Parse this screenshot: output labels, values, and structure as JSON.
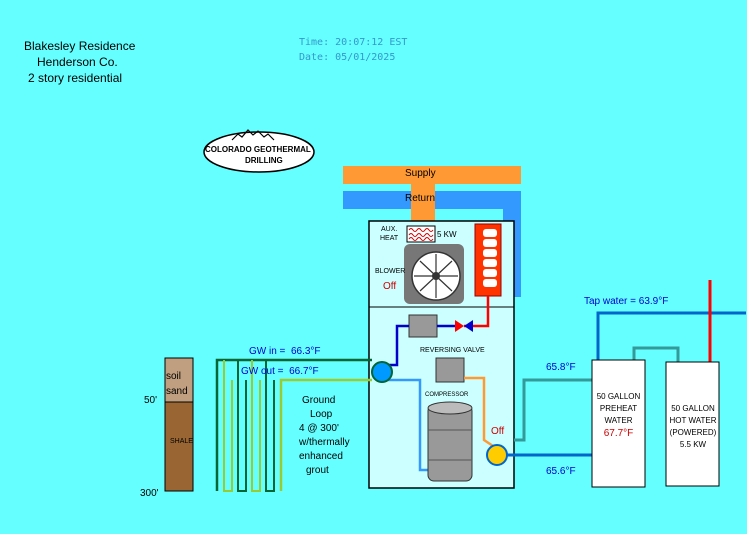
{
  "header": {
    "residence_line1": "Blakesley Residence",
    "residence_line2": "Henderson Co.",
    "residence_line3": "2 story residential",
    "time_label": "Time:",
    "time_value": "20:07:12 EST",
    "date_label": "Date:",
    "date_value": "05/01/2025"
  },
  "logo": {
    "line1": "COLORADO GEOTHERMAL",
    "line2": "DRILLING"
  },
  "ducts": {
    "supply_label": "Supply",
    "return_label": "Return"
  },
  "unit": {
    "aux_heat_label_1": "AUX.",
    "aux_heat_label_2": "HEAT",
    "aux_heat_kw": "5 KW",
    "blower_label": "BLOWER",
    "blower_status": "Off",
    "reversing_valve_label": "REVERSING VALVE",
    "compressor_label": "COMPRESSOR",
    "compressor_status": "Off"
  },
  "ground_loop": {
    "gw_in_label": "GW in =",
    "gw_in_value": "66.3°F",
    "gw_out_label": "GW out =",
    "gw_out_value": "66.7°F",
    "desc_lines": [
      "Ground",
      "Loop",
      "4 @ 300'",
      "w/thermally",
      "enhanced",
      "grout"
    ]
  },
  "soil": {
    "soil_label": "soil",
    "sand_label": "sand",
    "shale_label": "SHALE",
    "depth_50": "50'",
    "depth_300": "300'"
  },
  "water": {
    "tap_label": "Tap water =",
    "tap_value": "63.9°F",
    "desuperheater_in": "65.8°F",
    "desuperheater_out": "65.6°F",
    "preheat_tank": {
      "lines": [
        "50 GALLON",
        "PREHEAT",
        "WATER"
      ],
      "temp": "67.7°F"
    },
    "hot_tank": {
      "lines": [
        "50 GALLON",
        "HOT WATER",
        "(POWERED)",
        "5.5 KW"
      ]
    }
  },
  "colors": {
    "background": "#66ffff",
    "supply_duct": "#ff9933",
    "return_duct": "#3399ff",
    "status_off": "#cc0000",
    "loop_hot": "#006633",
    "loop_cool": "#99cc33",
    "water_line": "#0066cc",
    "refrigerant_red": "#ff0000"
  }
}
